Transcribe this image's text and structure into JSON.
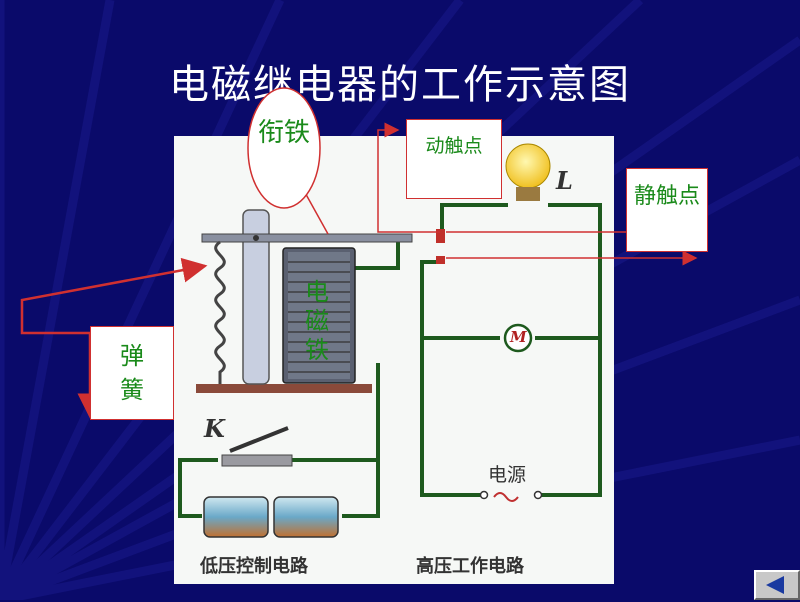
{
  "title": "电磁继电器的工作示意图",
  "labels": {
    "armature": "衔铁",
    "moving_contact": "动触点",
    "static_contact": "静触点",
    "electromagnet": "电磁铁",
    "spring": "弹簧"
  },
  "circuit_text": {
    "lamp": "L",
    "motor": "M",
    "switch": "K",
    "power": "电源",
    "low_voltage": "低压控制电路",
    "high_voltage": "高压工作电路"
  },
  "colors": {
    "background": "#0a0a6a",
    "wire": "#1e5a1e",
    "annotation": "#d03030",
    "label_text": "#1a8a1a"
  },
  "navigation": {
    "icon": "back-triangle-icon"
  }
}
